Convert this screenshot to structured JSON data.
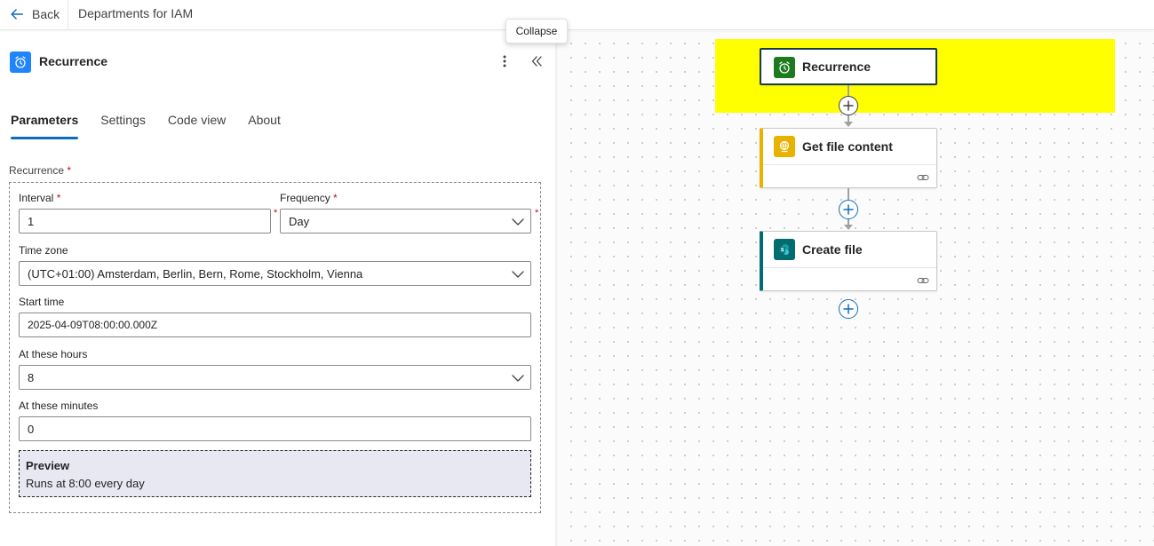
{
  "topbar": {
    "back_label": "Back",
    "flow_title": "Departments for IAM"
  },
  "tooltip": {
    "text": "Collapse"
  },
  "panel": {
    "title": "Recurrence",
    "tabs": [
      {
        "label": "Parameters",
        "active": true
      },
      {
        "label": "Settings",
        "active": false
      },
      {
        "label": "Code view",
        "active": false
      },
      {
        "label": "About",
        "active": false
      }
    ],
    "section_label": "Recurrence",
    "required_mark": "*",
    "fields": {
      "interval": {
        "label": "Interval",
        "value": "1"
      },
      "frequency": {
        "label": "Frequency",
        "value": "Day"
      },
      "time_zone": {
        "label": "Time zone",
        "value": "(UTC+01:00) Amsterdam, Berlin, Bern, Rome, Stockholm, Vienna"
      },
      "start_time": {
        "label": "Start time",
        "value": "2025-04-09T08:00:00.000Z"
      },
      "at_these_hours": {
        "label": "At these hours",
        "value": "8"
      },
      "at_these_minutes": {
        "label": "At these minutes",
        "value": "0"
      }
    },
    "preview": {
      "title": "Preview",
      "text": "Runs at 8:00 every day"
    }
  },
  "canvas": {
    "nodes": [
      {
        "title": "Recurrence",
        "icon": "alarm-clock-icon",
        "accent": "#1e7a1e"
      },
      {
        "title": "Get file content",
        "icon": "file-globe-icon",
        "accent": "#e8b200"
      },
      {
        "title": "Create file",
        "icon": "sharepoint-icon",
        "accent": "#036c70"
      }
    ]
  },
  "colors": {
    "accent_blue": "#0f6cbd",
    "panel_icon_blue": "#1f85ff",
    "highlight_yellow": "#ffff00",
    "recurrence_green": "#1e7a1e",
    "file_yellow": "#e8b200",
    "sharepoint_teal": "#036c70",
    "required_red": "#c50f1f"
  }
}
